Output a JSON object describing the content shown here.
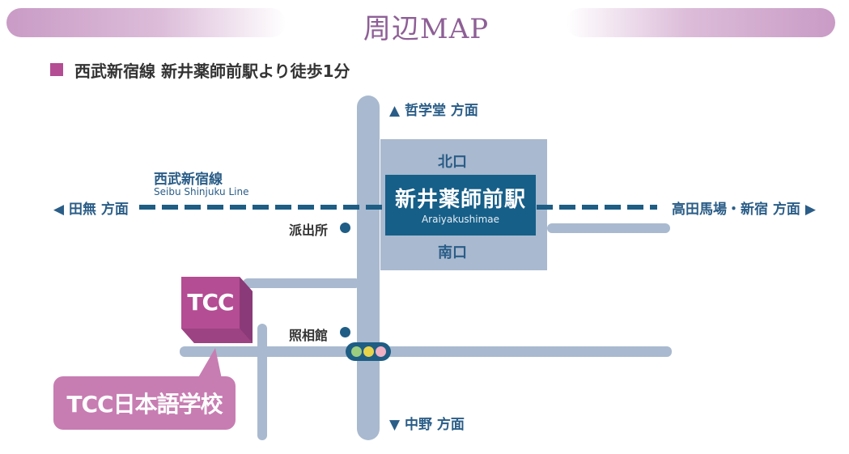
{
  "title": "周辺MAP",
  "access": "西武新宿線 新井薬師前駅より徒歩1分",
  "directions": {
    "north": "▲ 哲学堂 方面",
    "south": "▼ 中野 方面",
    "west": "◀ 田無 方面",
    "east": "高田馬場・新宿 方面 ▶"
  },
  "railway": {
    "name_ja": "西武新宿線",
    "name_en": "Seibu Shinjuku Line"
  },
  "station": {
    "name_ja": "新井薬師前駅",
    "name_en": "Araiyakushimae",
    "north_exit": "北口",
    "south_exit": "南口"
  },
  "landmarks": {
    "police_box": "派出所",
    "photo_studio": "照相館"
  },
  "school": {
    "building_label": "TCC",
    "name": "TCC日本語学校"
  },
  "colors": {
    "road": "#a9b9cf",
    "rail": "#1e5d84",
    "station_box": "#165f88",
    "school_magenta": "#b44d93",
    "school_pink": "#c77db2",
    "traffic_light": [
      "#9ccc7f",
      "#e8d44a",
      "#efb0c4"
    ]
  }
}
